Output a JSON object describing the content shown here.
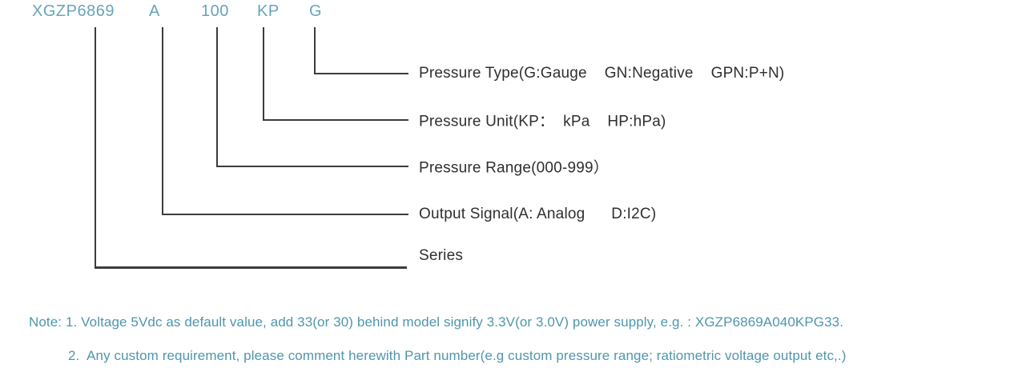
{
  "diagram": {
    "title_meaning": "Part number ordering code breakdown",
    "codes": [
      {
        "id": "series",
        "text": "XGZP6869"
      },
      {
        "id": "output-signal",
        "text": "A"
      },
      {
        "id": "pressure-range",
        "text": "100"
      },
      {
        "id": "pressure-unit",
        "text": "KP"
      },
      {
        "id": "pressure-type",
        "text": "G"
      }
    ],
    "branches": [
      {
        "code": "G",
        "label": "Pressure Type(G:Gauge    GN:Negative    GPN:P+N)"
      },
      {
        "code": "KP",
        "label": "Pressure Unit(KP：  kPa    HP:hPa)"
      },
      {
        "code": "100",
        "label": "Pressure Range(000-999）"
      },
      {
        "code": "A",
        "label": "Output Signal(A: Analog      D:I2C)"
      },
      {
        "code": "XGZP6869",
        "label": "Series"
      }
    ]
  },
  "notes": {
    "line1": "Note: 1. Voltage 5Vdc as default value, add 33(or 30) behind model signify 3.3V(or 3.0V) power supply, e.g. : XGZP6869A040KPG33.",
    "line2": "2.  Any custom requirement, please comment herewith Part number(e.g custom pressure range; ratiometric voltage output etc,.)"
  },
  "colors": {
    "code_text": "#68a4bb",
    "note_text": "#4f96ad",
    "label_text": "#2f2f2f",
    "line": "#3c3c3c"
  }
}
